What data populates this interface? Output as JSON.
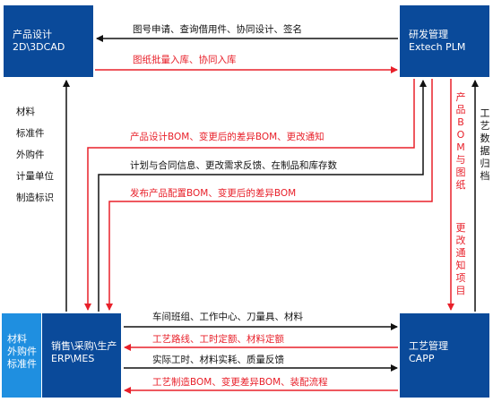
{
  "boxes": {
    "cad": {
      "line1": "产品设计",
      "line2": "2D\\3DCAD"
    },
    "plm": {
      "line1": "研发管理",
      "line2": "Extech PLM"
    },
    "erp": {
      "line1": "销售\\采购\\生产",
      "line2": "ERP\\MES"
    },
    "capp": {
      "line1": "工艺管理",
      "line2": "CAPP"
    },
    "side": {
      "line1": "材料",
      "line2": "外购件",
      "line3": "标准件"
    }
  },
  "left_list": [
    "材料",
    "标准件",
    "外购件",
    "计量单位",
    "制造标识"
  ],
  "flows": {
    "plm_to_cad": "图号申请、查询借用件、协同设计、签名",
    "cad_to_plm": "图纸批量入库、协同入库",
    "plm_to_erp_1": "产品设计BOM、变更后的差异BOM、更改通知",
    "erp_to_plm": "计划与合同信息、更改需求反馈、在制品和库存数",
    "plm_to_erp_2": "发布产品配置BOM、变更后的差异BOM",
    "erp_to_capp_1": "车间班组、工作中心、刀量具、材料",
    "capp_to_erp_1": "工艺路线、工时定额、材料定额",
    "erp_to_capp_2": "实际工时、材料实耗、质量反馈",
    "capp_to_erp_2": "工艺制造BOM、变更差异BOM、装配流程",
    "plm_to_capp": "产品BOM与图纸",
    "plm_to_capp_2": "更改通知项目",
    "capp_to_plm": "工艺数据归档"
  },
  "colors": {
    "dark_box": "#0a4a9a",
    "light_box": "#1f8fe0",
    "red": "#e8202a",
    "black": "#111111"
  }
}
